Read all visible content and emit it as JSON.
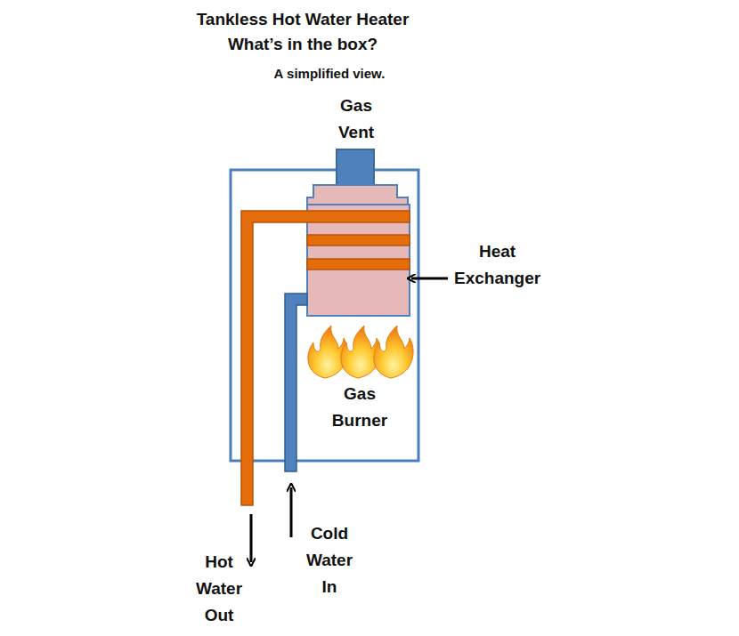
{
  "diagram": {
    "title": "Tankless Hot Water Heater What’s in the box?",
    "labels": [
      "A simplified view.",
      "Gas Vent",
      "Heat Exchanger",
      "Gas Burner",
      "Hot Water Out",
      "Cold Water In"
    ]
  }
}
